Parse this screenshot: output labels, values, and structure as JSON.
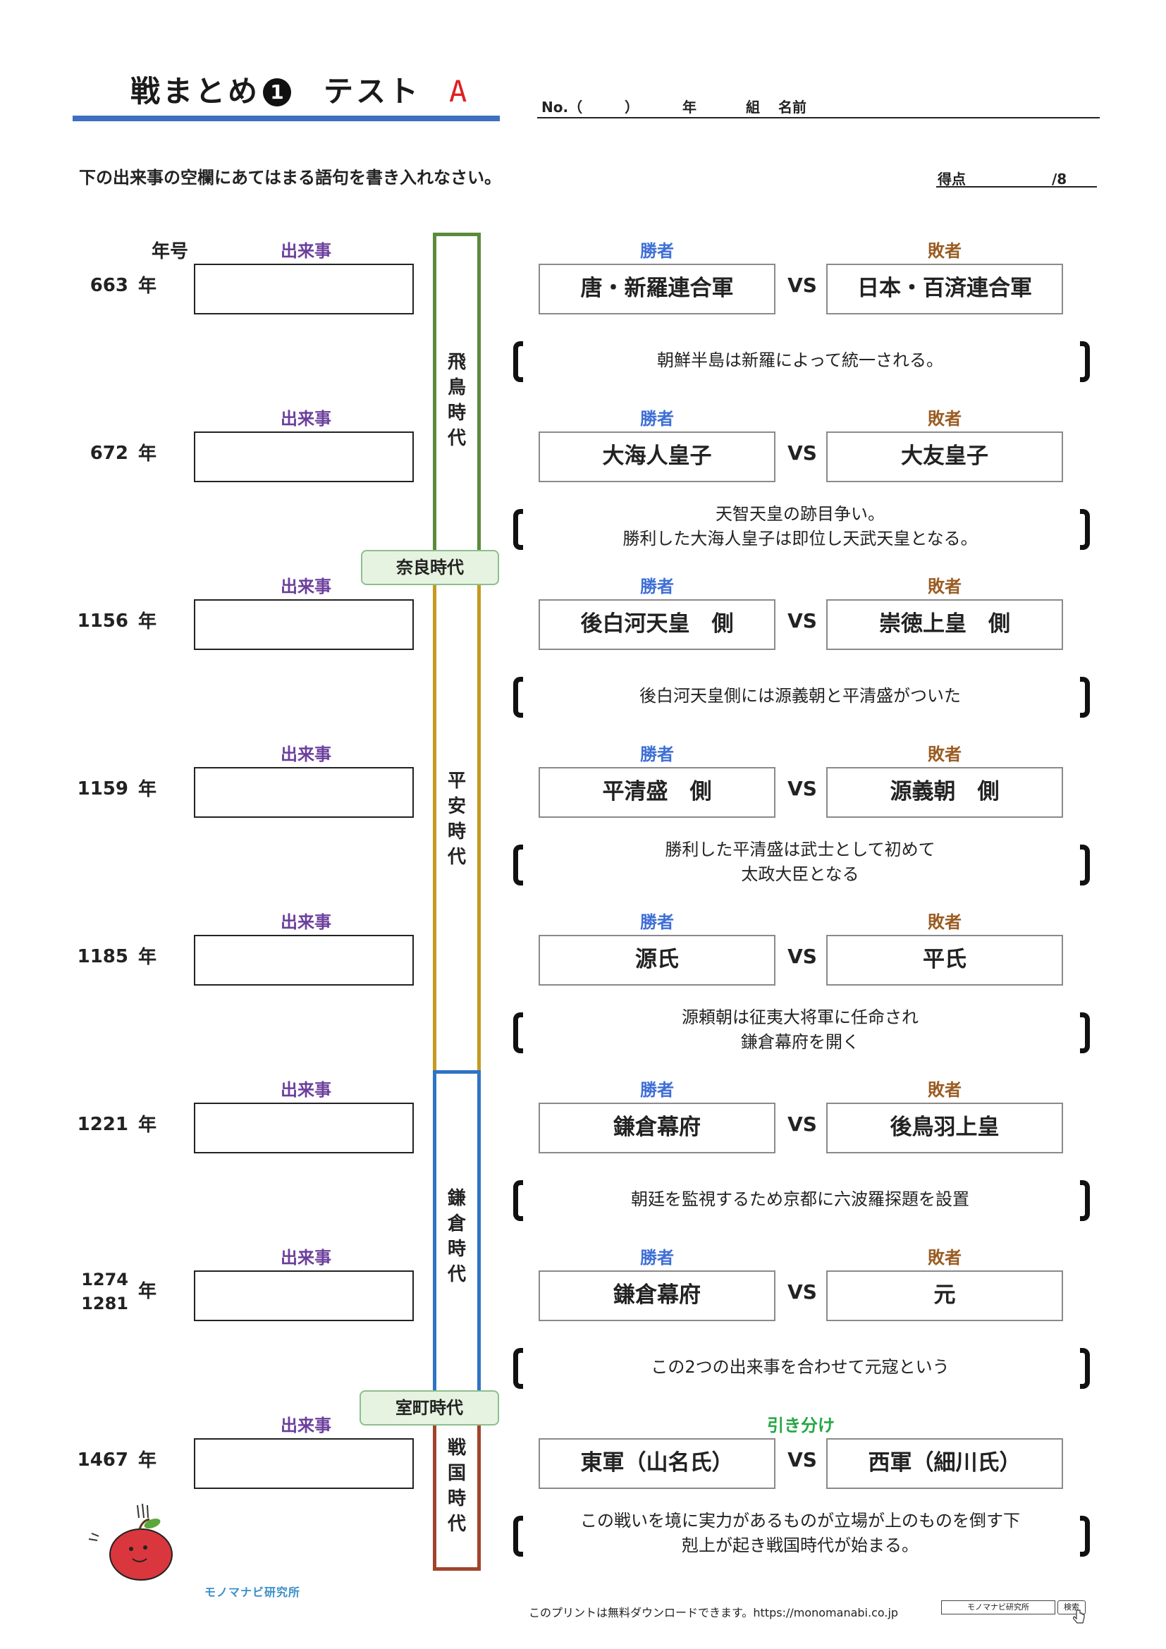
{
  "header": {
    "title_main": "戦まとめ",
    "title_num": "1",
    "title_test": "テスト",
    "title_variant": "A",
    "no_label": "No.（　　　）",
    "year_label": "年",
    "class_label": "組",
    "name_label": "名前"
  },
  "instruction": "下の出来事の空欄にあてはまる語句を書き入れなさい。",
  "score": {
    "label": "得点",
    "total": "/8"
  },
  "labels": {
    "year": "年号",
    "event": "出来事",
    "winner": "勝者",
    "loser": "敗者",
    "draw": "引き分け",
    "vs": "VS",
    "year_suffix": "年"
  },
  "eras": {
    "asuka": "飛鳥時代",
    "nara": "奈良時代",
    "heian": "平安時代",
    "kamakura": "鎌倉時代",
    "muromachi": "室町時代",
    "sengoku": "戦国時代"
  },
  "era_colors": {
    "asuka": "#5c8a3c",
    "heian": "#c49a20",
    "kamakura": "#2f73c4",
    "sengoku": "#a0442c"
  },
  "rows": [
    {
      "year": "663",
      "winner": "唐・新羅連合軍",
      "loser": "日本・百済連合軍",
      "note1": "朝鮮半島は新羅によって統一される。",
      "note2": ""
    },
    {
      "year": "672",
      "winner": "大海人皇子",
      "loser": "大友皇子",
      "note1": "天智天皇の跡目争い。",
      "note2": "勝利した大海人皇子は即位し天武天皇となる。"
    },
    {
      "year": "1156",
      "winner": "後白河天皇　側",
      "loser": "崇徳上皇　側",
      "note1": "後白河天皇側には源義朝と平清盛がついた",
      "note2": ""
    },
    {
      "year": "1159",
      "winner": "平清盛　側",
      "loser": "源義朝　側",
      "note1": "勝利した平清盛は武士として初めて",
      "note2": "太政大臣となる"
    },
    {
      "year": "1185",
      "winner": "源氏",
      "loser": "平氏",
      "note1": "源頼朝は征夷大将軍に任命され",
      "note2": "鎌倉幕府を開く"
    },
    {
      "year": "1221",
      "winner": "鎌倉幕府",
      "loser": "後鳥羽上皇",
      "note1": "朝廷を監視するため京都に六波羅探題を設置",
      "note2": ""
    },
    {
      "year": "1274",
      "year2": "1281",
      "winner": "鎌倉幕府",
      "loser": "元",
      "note1": "この2つの出来事を合わせて元寇という",
      "note2": ""
    },
    {
      "year": "1467",
      "winner": "東軍（山名氏）",
      "loser": "西軍（細川氏）",
      "note1": "この戦いを境に実力があるものが立場が上のものを倒す下",
      "note2": "剋上が起き戦国時代が始まる。",
      "draw": true
    }
  ],
  "footer": {
    "brand": "モノマナビ研究所",
    "text": "このプリントは無料ダウンロードできます。https://monomanabi.co.jp",
    "search_field": "モノマナビ研究所",
    "search_button": "検索"
  }
}
